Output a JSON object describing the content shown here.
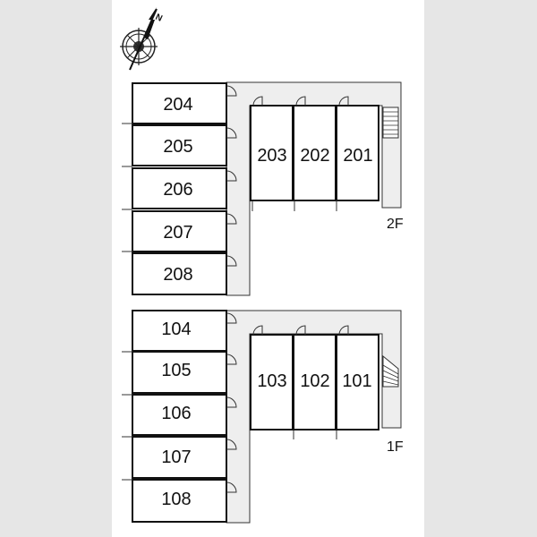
{
  "compass": {
    "north_label": "N"
  },
  "floors": [
    {
      "label": "2F",
      "west_units": [
        "204",
        "205",
        "206",
        "207",
        "208"
      ],
      "east_units": [
        "203",
        "202",
        "201"
      ]
    },
    {
      "label": "1F",
      "west_units": [
        "104",
        "105",
        "106",
        "107",
        "108"
      ],
      "east_units": [
        "103",
        "102",
        "101"
      ]
    }
  ],
  "colors": {
    "background": "#e6e6e6",
    "sheet": "#ffffff",
    "corridor": "#eeeeee",
    "walls": "#111111"
  }
}
